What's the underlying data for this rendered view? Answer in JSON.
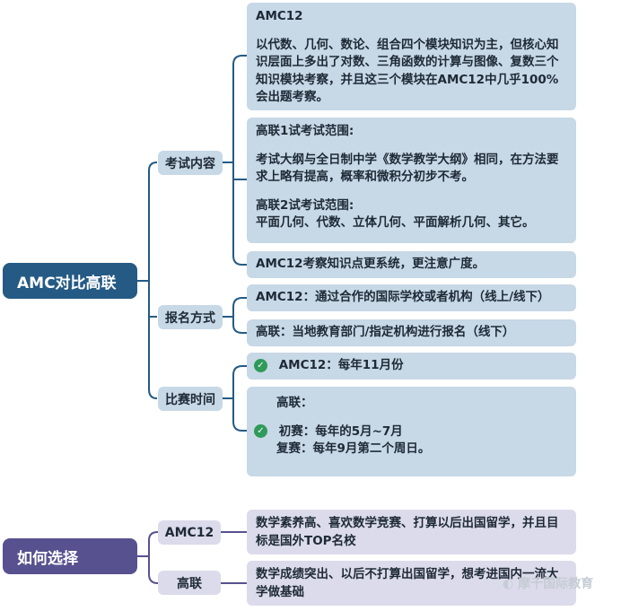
{
  "mindmap1": {
    "root": "AMC对比高联",
    "branches": {
      "content": "考试内容",
      "signup": "报名方式",
      "time": "比赛时间"
    },
    "leaves": {
      "amc12_title": "AMC12",
      "amc12_desc": "以代数、几何、数论、组合四个模块知识为主，但核心知识层面上多出了对数、三角函数的计算与图像、复数三个知识模块考察，并且这三个模块在AMC12中几乎100%会出题考察。",
      "gaolian1_title": "高联1试考试范围:",
      "gaolian1_desc": "考试大纲与全日制中学《数学教学大纲》相同，在方法要求上略有提高，概率和微积分初步不考。",
      "gaolian2_title": "高联2试考试范围:",
      "gaolian2_desc": "平面几何、代数、立体几何、平面解析几何、其它。",
      "amc12_system": "AMC12考察知识点更系统，更注意广度。",
      "signup_amc": "AMC12：通过合作的国际学校或者机构（线上/线下）",
      "signup_gaolian": "高联：当地教育部门/指定机构进行报名（线下）",
      "time_amc": "AMC12：每年11月份",
      "time_gaolian_title": "高联：",
      "time_gaolian_first": "初赛：每年的5月~7月",
      "time_gaolian_second": "复赛：每年9月第二个周日。"
    }
  },
  "mindmap2": {
    "root": "如何选择",
    "branches": {
      "amc12": "AMC12",
      "gaolian": "高联"
    },
    "leaves": {
      "amc12_desc": "数学素养高、喜欢数学竞赛、打算以后出国留学，并且目标是国外TOP名校",
      "gaolian_desc": "数学成绩突出、以后不打算出国留学，想考进国内一流大学做基础"
    }
  },
  "watermark": {
    "text": "摩千国际教育"
  },
  "colors": {
    "blue_root": "#245a84",
    "blue_node": "#c7d8e6",
    "purple_root": "#57518f",
    "purple_node": "#dcdbeb",
    "line_blue": "#245a84",
    "line_purple": "#57518f",
    "check": "#2f9a5a"
  }
}
